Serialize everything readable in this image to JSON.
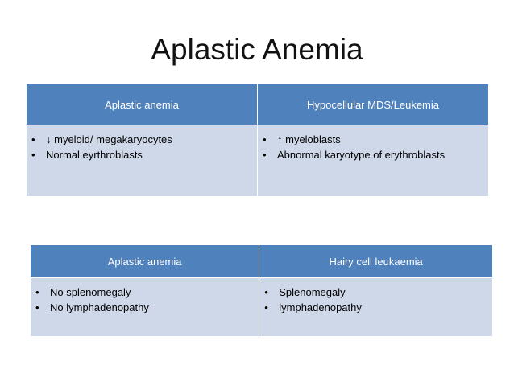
{
  "title": "Aplastic Anemia",
  "tables": [
    {
      "headers": [
        "Aplastic anemia",
        "Hypocellular MDS/Leukemia"
      ],
      "cells": [
        [
          "↓ myeloid/ megakaryocytes",
          "Normal eyrthroblasts"
        ],
        [
          "↑ myeloblasts",
          "Abnormal karyotype of erythroblasts"
        ]
      ]
    },
    {
      "headers": [
        "Aplastic anemia",
        "Hairy cell leukaemia"
      ],
      "cells": [
        [
          "No splenomegaly",
          "No lymphadenopathy"
        ],
        [
          "Splenomegaly",
          "lymphadenopathy"
        ]
      ]
    }
  ],
  "colors": {
    "header_bg": "#4f81bd",
    "body_bg": "#cfd8e8",
    "header_text": "#ffffff"
  }
}
